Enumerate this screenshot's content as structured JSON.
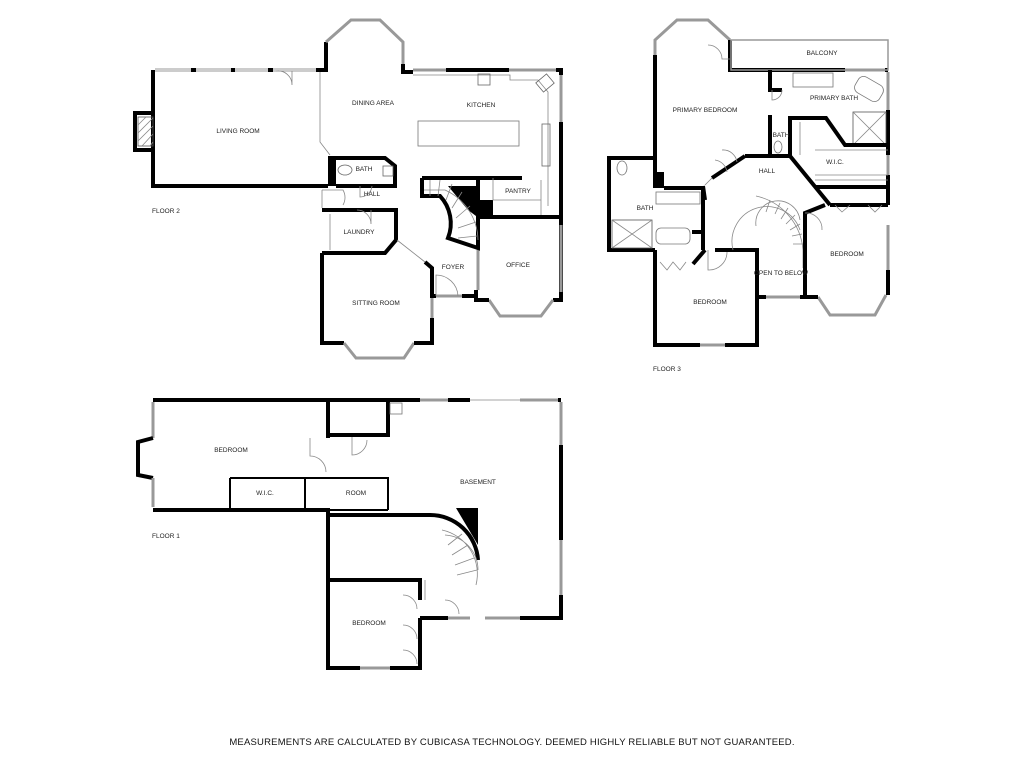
{
  "floors": {
    "floor2": {
      "label": "FLOOR 2",
      "rooms": [
        "LIVING ROOM",
        "DINING AREA",
        "KITCHEN",
        "BATH",
        "HALL",
        "PANTRY",
        "LAUNDRY",
        "FOYER",
        "OFFICE",
        "SITTING ROOM"
      ]
    },
    "floor3": {
      "label": "FLOOR 3",
      "rooms": [
        "BALCONY",
        "PRIMARY BEDROOM",
        "PRIMARY BATH",
        "BATH",
        "W.I.C.",
        "HALL",
        "BATH",
        "BEDROOM",
        "OPEN TO BELOW",
        "BEDROOM"
      ]
    },
    "floor1": {
      "label": "FLOOR 1",
      "rooms": [
        "BEDROOM",
        "W.I.C.",
        "ROOM",
        "BASEMENT",
        "BEDROOM"
      ]
    }
  },
  "footer": "MEASUREMENTS ARE CALCULATED BY CUBICASA TECHNOLOGY. DEEMED HIGHLY RELIABLE BUT NOT GUARANTEED."
}
